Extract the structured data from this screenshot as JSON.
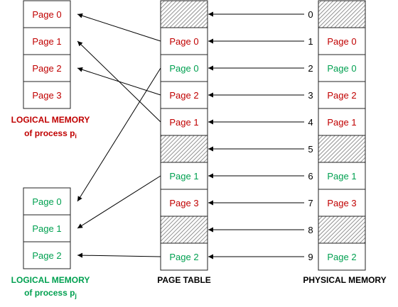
{
  "colors": {
    "red": "#c00000",
    "green": "#00a050",
    "black": "#000000"
  },
  "logical_i": {
    "title": "LOGICAL MEMORY",
    "subtitle": "of process p",
    "subscript": "i",
    "color": "red",
    "cells": [
      {
        "label": "Page 0",
        "color": "red"
      },
      {
        "label": "Page 1",
        "color": "red"
      },
      {
        "label": "Page 2",
        "color": "red"
      },
      {
        "label": "Page 3",
        "color": "red"
      }
    ]
  },
  "logical_j": {
    "title": "LOGICAL MEMORY",
    "subtitle": "of process p",
    "subscript": "j",
    "color": "green",
    "cells": [
      {
        "label": "Page 0",
        "color": "green"
      },
      {
        "label": "Page 1",
        "color": "green"
      },
      {
        "label": "Page 2",
        "color": "green"
      }
    ]
  },
  "page_table": {
    "title": "PAGE TABLE",
    "cells": [
      {
        "label": "",
        "hatched": true
      },
      {
        "label": "Page 0",
        "color": "red"
      },
      {
        "label": "Page 0",
        "color": "green"
      },
      {
        "label": "Page 2",
        "color": "red"
      },
      {
        "label": "Page 1",
        "color": "red"
      },
      {
        "label": "",
        "hatched": true
      },
      {
        "label": "Page 1",
        "color": "green"
      },
      {
        "label": "Page 3",
        "color": "red"
      },
      {
        "label": "",
        "hatched": true
      },
      {
        "label": "Page 2",
        "color": "green"
      }
    ]
  },
  "physical": {
    "title": "PHYSICAL MEMORY",
    "frame_numbers": [
      "0",
      "1",
      "2",
      "3",
      "4",
      "5",
      "6",
      "7",
      "8",
      "9"
    ],
    "cells": [
      {
        "label": "",
        "hatched": true
      },
      {
        "label": "Page 0",
        "color": "red"
      },
      {
        "label": "Page 0",
        "color": "green"
      },
      {
        "label": "Page 2",
        "color": "red"
      },
      {
        "label": "Page 1",
        "color": "red"
      },
      {
        "label": "",
        "hatched": true
      },
      {
        "label": "Page 1",
        "color": "green"
      },
      {
        "label": "Page 3",
        "color": "red"
      },
      {
        "label": "",
        "hatched": true
      },
      {
        "label": "Page 2",
        "color": "green"
      }
    ]
  },
  "mappings": [
    {
      "process": "i",
      "page": 0,
      "row": 1
    },
    {
      "process": "i",
      "page": 1,
      "row": 4
    },
    {
      "process": "i",
      "page": 2,
      "row": 3
    },
    {
      "process": "j",
      "page": 0,
      "row": 2
    },
    {
      "process": "j",
      "page": 1,
      "row": 6
    },
    {
      "process": "j",
      "page": 2,
      "row": 9
    }
  ]
}
